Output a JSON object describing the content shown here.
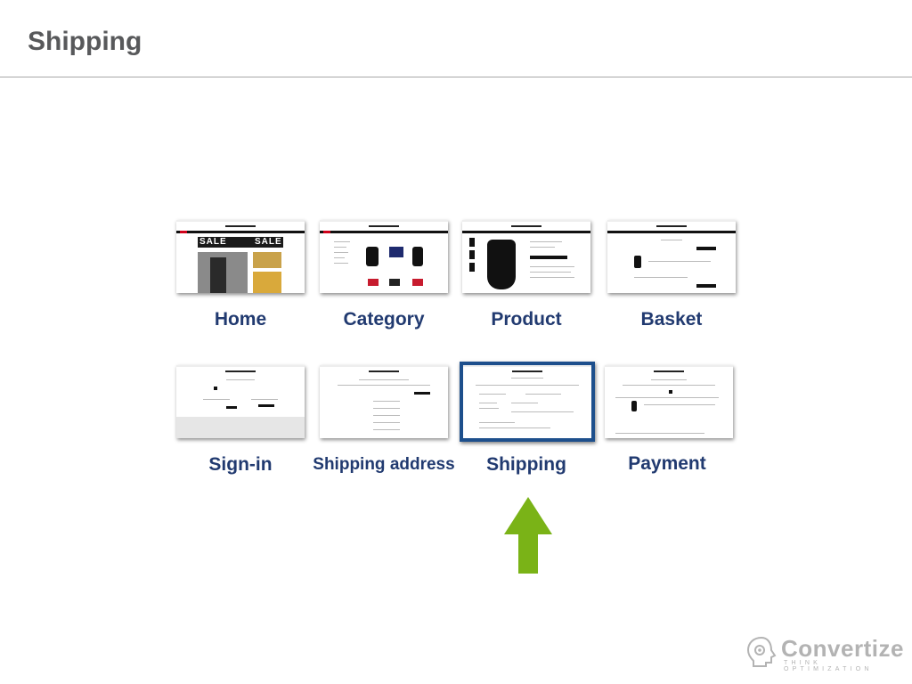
{
  "slide": {
    "title": "Shipping"
  },
  "steps": [
    {
      "label": "Home"
    },
    {
      "label": "Category"
    },
    {
      "label": "Product"
    },
    {
      "label": "Basket"
    },
    {
      "label": "Sign-in"
    },
    {
      "label": "Shipping address"
    },
    {
      "label": "Shipping"
    },
    {
      "label": "Payment"
    }
  ],
  "current_step": "Shipping",
  "thumbnail_text": {
    "sale_left": "SALE",
    "sale_right": "SALE"
  },
  "colors": {
    "label": "#213a70",
    "highlight_border": "#1d4f8c",
    "arrow": "#7ab317",
    "title": "#58595b"
  },
  "brand": {
    "name": "Convertize",
    "tagline": "THINK OPTIMIZATION"
  }
}
